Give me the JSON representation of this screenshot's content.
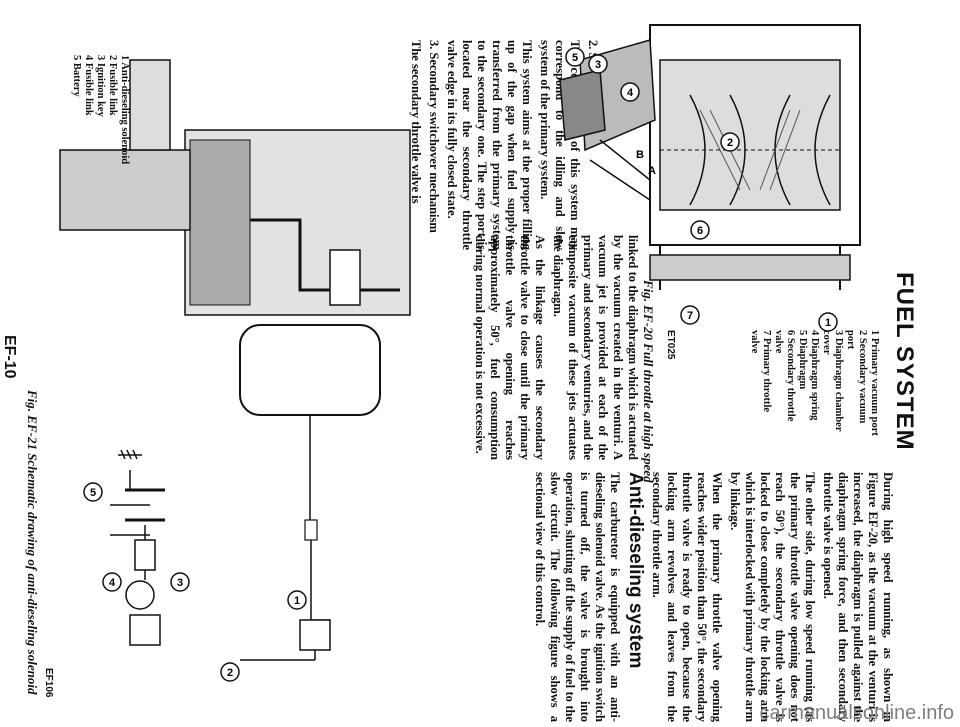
{
  "header": {
    "title": "FUEL SYSTEM"
  },
  "right_column": {
    "p1": "During high speed running, as shown in Figure EF-20, as the vacuum at the venturi is increased, the diaphragm is pulled against the diaphragm spring force, and then secondary throttle valve is opened.",
    "p2": "The other side, during low speed running (as the primary throttle valve opening does not reach 50°), the secondary throttle valve is locked to close completely by the locking arm which is interlocked with primary throttle arm by linkage.",
    "p3": "When the primary throttle valve opening reaches wider position than 50°, the secondary throttle valve is ready to open, because the locking arm revolves and leaves from the secondary throttle arm.",
    "heading": "Anti-dieseling system",
    "p4": "The carburetor is equipped with an anti-dieseling solenoid valve. As the ignition switch is turned off, the valve is brought into operation, shutting off the supply of fuel to the slow circuit. The following figure shows a sectional view of this control."
  },
  "middle_column": {
    "p1": "linked to the diaphragm which is actuated by the vacuum created in the venturi. A vacuum jet is provided at each of the primary and secondary venturies, and the composite vacuum of these jets actuates the diaphragm.",
    "p2": "As the linkage causes the secondary throttle valve to close until the primary throttle valve opening reaches approximately 50°, fuel consumption during normal operation is not excessive."
  },
  "left_column": {
    "heading1": "2. Step system",
    "p1": "The construction of this system may correspond to the idling and slow system of the primary system.",
    "p2": "This system aims at the proper filling up of the gap when fuel supply is transferred from the primary system to the secondary one. The step port is located near the secondary throttle valve edge in its fully closed state.",
    "heading2": "3. Secondary switchover mechanism",
    "p3": "The secondary throttle valve is"
  },
  "fig20": {
    "code": "ET025",
    "caption": "Fig. EF-20 Full throttle at high speed",
    "legend": [
      "1  Primary vacuum port",
      "2  Secondary vacuum",
      "    port",
      "3  Diaphragm chamber",
      "    cover",
      "4  Diaphragm spring",
      "5  Diaphragm",
      "6  Secondary throttle",
      "    valve",
      "7  Primary throttle",
      "    valve"
    ],
    "callouts": [
      "1",
      "2",
      "3",
      "4",
      "5",
      "6",
      "7"
    ],
    "label_a": "A",
    "label_b": "B"
  },
  "fig21": {
    "code": "EF106",
    "caption": "Fig. EF-21 Schematic drawing of anti-dieseling solenoid",
    "legend": [
      "1  Anti-dieseling solenoid",
      "2  Fusible link",
      "3  Ignition key",
      "4  Fusible link",
      "5  Battery"
    ],
    "callouts": [
      "1",
      "2",
      "3",
      "4",
      "5"
    ]
  },
  "footer": {
    "page_number": "EF-10",
    "watermark": "carmanualsonline.info"
  }
}
